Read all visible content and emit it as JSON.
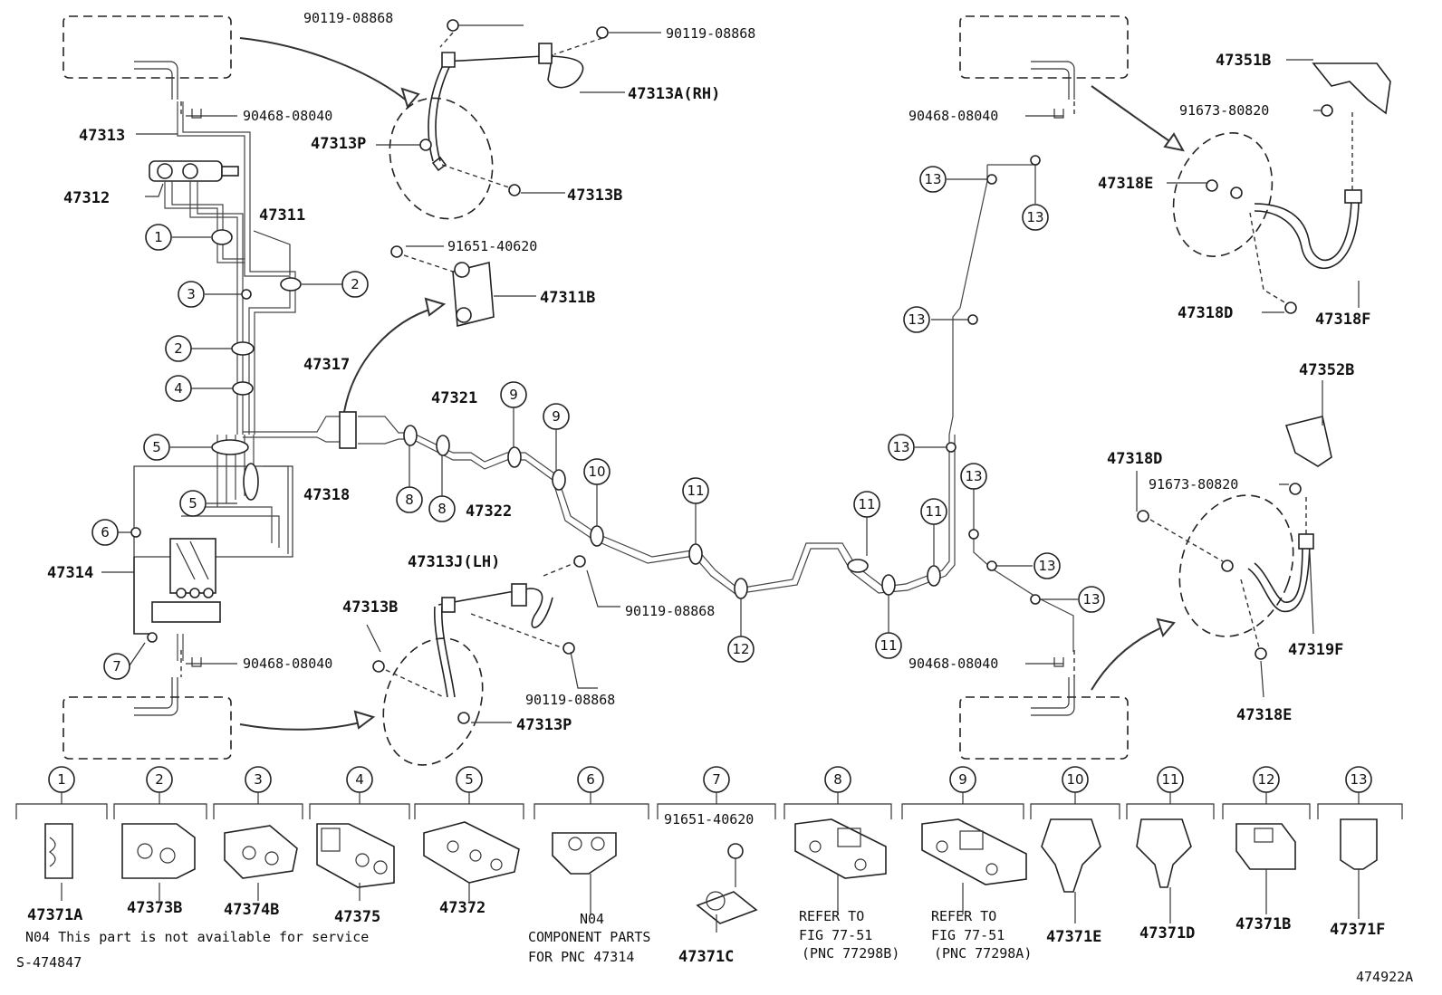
{
  "labels": {
    "p47313": "47313",
    "p47312": "47312",
    "p47311": "47311",
    "p47314": "47314",
    "p47317": "47317",
    "p47318": "47318",
    "p47321": "47321",
    "p47322": "47322",
    "p47313A": "47313A(RH)",
    "p47313P_top": "47313P",
    "p47313B_top": "47313B",
    "p47311B": "47311B",
    "p47313J": "47313J(LH)",
    "p47313B_bot": "47313B",
    "p47313P_bot": "47313P",
    "p47351B": "47351B",
    "p47318E_top": "47318E",
    "p47318D_top": "47318D",
    "p47318F": "47318F",
    "p47352B": "47352B",
    "p47318D_bot": "47318D",
    "p47319F": "47319F",
    "p47318E_bot": "47318E",
    "b1": "90119-08868",
    "b2": "90119-08868",
    "b3": "90119-08868",
    "b4": "90119-08868",
    "c1": "90468-08040",
    "c2": "90468-08040",
    "c3": "90468-08040",
    "c4": "90468-08040",
    "s1": "91651-40620",
    "s2": "91673-80820",
    "s3": "91673-80820"
  },
  "callouts": [
    "1",
    "2",
    "3",
    "4",
    "5",
    "6",
    "7",
    "8",
    "9",
    "10",
    "11",
    "12",
    "13"
  ],
  "legend": [
    {
      "num": "1",
      "part": "47371A"
    },
    {
      "num": "2",
      "part": "47373B"
    },
    {
      "num": "3",
      "part": "47374B"
    },
    {
      "num": "4",
      "part": "47375"
    },
    {
      "num": "5",
      "part": "47372"
    },
    {
      "num": "6",
      "part": "N04"
    },
    {
      "num": "7",
      "part": "47371C",
      "bolt": "91651-40620"
    },
    {
      "num": "8",
      "part": "REFER TO"
    },
    {
      "num": "9",
      "part": "REFER TO"
    },
    {
      "num": "10",
      "part": "47371E"
    },
    {
      "num": "11",
      "part": "47371D"
    },
    {
      "num": "12",
      "part": "47371B"
    },
    {
      "num": "13",
      "part": "47371F"
    }
  ],
  "notes": {
    "n6_line2": "COMPONENT PARTS",
    "n6_line3": "FOR PNC 47314",
    "n8_line2": "FIG 77-51",
    "n8_line3": "(PNC 77298B)",
    "n9_line2": "FIG 77-51",
    "n9_line3": "(PNC 77298A)",
    "service_note": "N04 This part is not available for service",
    "ref_left": "S-474847",
    "ref_right": "474922A"
  }
}
